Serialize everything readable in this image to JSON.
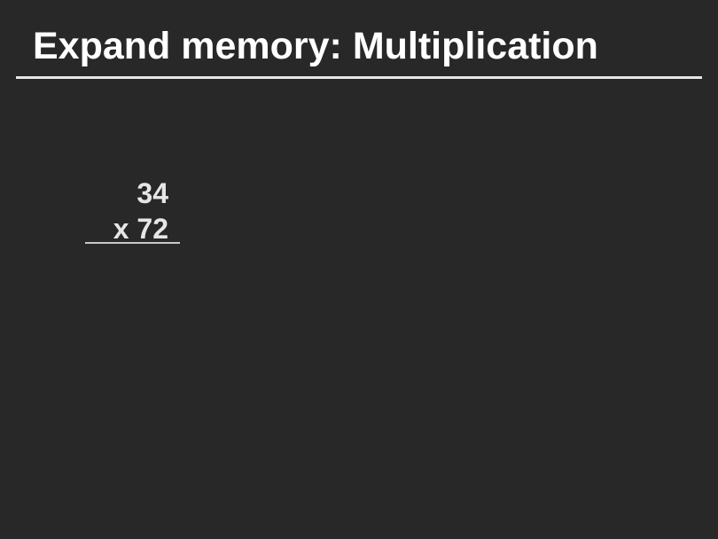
{
  "slide": {
    "title": "Expand memory: Multiplication",
    "problem": {
      "multiplicand": "34",
      "multiplier": "x 72"
    }
  },
  "colors": {
    "background": "#282828",
    "text": "#e6e6e6"
  }
}
